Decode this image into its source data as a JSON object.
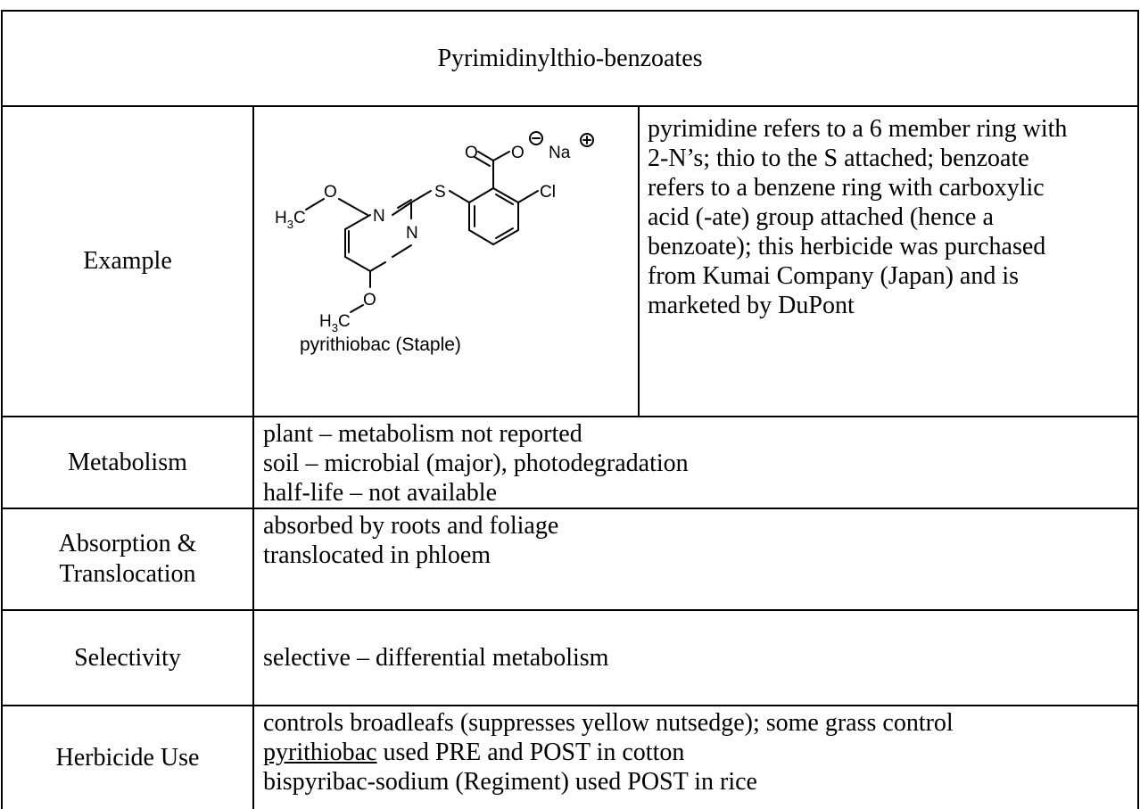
{
  "title": "Pyrimidinylthio-benzoates",
  "rows": {
    "example": {
      "label": "Example",
      "structure": {
        "caption": "pyrithiobac (Staple)",
        "atoms": {
          "o_carbonyl": "O",
          "o_anion": "O",
          "na": "Na",
          "n1": "N",
          "n2": "N",
          "s": "S",
          "cl": "Cl",
          "o_methoxy1": "O",
          "o_methoxy2": "O",
          "methyl1_h": "H",
          "methyl1_sub": "3",
          "methyl1_c": "C",
          "methyl2_h": "H",
          "methyl2_sub": "3",
          "methyl2_c": "C"
        },
        "charges": {
          "minus": "−",
          "plus": "+"
        }
      },
      "description": [
        "pyrimidine refers to a 6 member ring with",
        "2-N’s; thio to the S attached; benzoate",
        "refers to a benzene ring with carboxylic",
        "acid (-ate) group attached (hence a",
        "benzoate); this herbicide was purchased",
        "from Kumai Company (Japan) and is",
        "marketed by DuPont"
      ]
    },
    "metabolism": {
      "label": "Metabolism",
      "lines": [
        "plant – metabolism not reported",
        "soil – microbial (major), photodegradation",
        "half-life – not available"
      ]
    },
    "absorption": {
      "label_line1": "Absorption &",
      "label_line2": "Translocation",
      "lines": [
        "absorbed by roots and foliage",
        "translocated in phloem"
      ]
    },
    "selectivity": {
      "label": "Selectivity",
      "lines": [
        "selective – differential metabolism"
      ]
    },
    "use": {
      "label": "Herbicide Use",
      "line1": "controls broadleafs (suppresses yellow nutsedge); some grass control",
      "line2_underlined": "pyrithiobac",
      "line2_rest": " used PRE and POST in cotton",
      "line3": "bispyribac-sodium (Regiment) used POST in rice"
    }
  }
}
